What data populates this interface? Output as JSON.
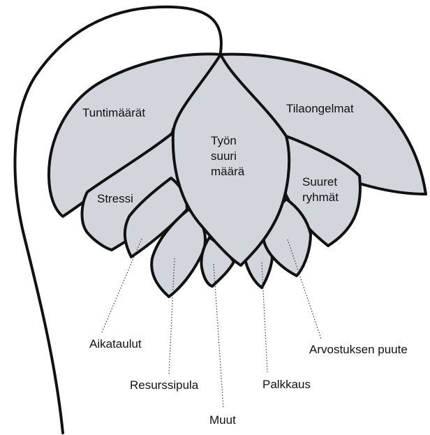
{
  "colors": {
    "petal_fill": "#d2d6dc",
    "outline": "#111111",
    "background": "#ffffff"
  },
  "petals": {
    "tuntimaarat": "Tuntimäärät",
    "tilaongelmat": "Tilaongelmat",
    "tyon_suuri_maara": [
      "Työn",
      "suuri",
      "määrä"
    ],
    "stressi": "Stressi",
    "suuret_ryhmat": [
      "Suuret",
      "ryhmät"
    ]
  },
  "callouts": {
    "aikataulut": "Aikataulut",
    "resurssipula": "Resurssipula",
    "muut": "Muut",
    "palkkaus": "Palkkaus",
    "arvostuksen_puute": "Arvostuksen puute"
  }
}
